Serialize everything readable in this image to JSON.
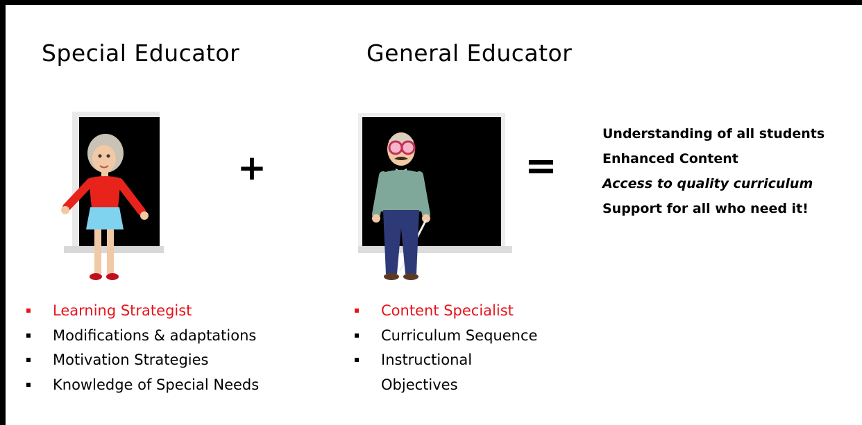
{
  "special": {
    "title": "Special Educator",
    "items": [
      "Learning Strategist",
      "Modifications & adaptations",
      "Motivation Strategies",
      "Knowledge of Special Needs"
    ]
  },
  "general": {
    "title": "General Educator",
    "items": [
      "Content Specialist",
      "Curriculum Sequence",
      "Instructional",
      "Objectives"
    ]
  },
  "operators": {
    "plus": "+",
    "equals": "="
  },
  "outcomes": [
    "Understanding of all students",
    "Enhanced Content",
    "Access to quality curriculum",
    "Support for all who need it!"
  ],
  "colors": {
    "highlight": "#e8131c",
    "chalkboard": "#000000",
    "frame": "#000000"
  }
}
